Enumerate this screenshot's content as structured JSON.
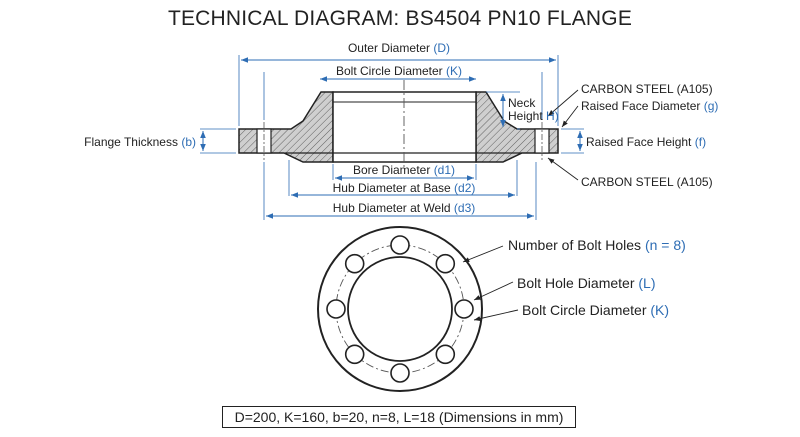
{
  "title": "TECHNICAL DIAGRAM: BS4504 PN10 FLANGE",
  "labels": {
    "outer_diameter": "Outer Diameter",
    "bolt_circle_diameter_top": "Bolt Circle Diameter",
    "neck_height_line1": "Neck",
    "neck_height_line2": "Height",
    "flange_thickness": "Flange Thickness",
    "raised_face_height": "Raised Face Height",
    "raised_face_diameter": "Raised Face Diameter",
    "material_top": "CARBON STEEL (A105)",
    "material_bottom": "CARBON STEEL (A105)",
    "bore_diameter": "Bore Diameter",
    "hub_diameter_base": "Hub Diameter at Base",
    "hub_diameter_weld": "Hub Diameter at Weld",
    "number_of_bolt_holes": "Number of Bolt Holes",
    "bolt_hole_diameter": "Bolt Hole Diameter",
    "bolt_circle_diameter_plan": "Bolt Circle Diameter"
  },
  "symbols": {
    "outer_diameter": "(D)",
    "bolt_circle_diameter_top": "(K)",
    "neck_height": "H)",
    "flange_thickness": "(b)",
    "raised_face_height": "(f)",
    "raised_face_diameter": "(g)",
    "bore_diameter": "(d1)",
    "hub_diameter_base": "(d2)",
    "hub_diameter_weld": "(d3)",
    "number_of_bolt_holes": "(n = 8)",
    "bolt_hole_diameter": "(L)",
    "bolt_circle_diameter_plan": "(K)"
  },
  "plan_view": {
    "bolt_hole_count": 8
  },
  "spec": "D=200, K=160, b=20, n=8, L=18 (Dimensions in mm)",
  "colors": {
    "line": "#222222",
    "dimension_line": "#2e6db4",
    "symbol_text": "#2e6db4",
    "section_fill": "#cfcfcf",
    "centerline": "#555555"
  }
}
